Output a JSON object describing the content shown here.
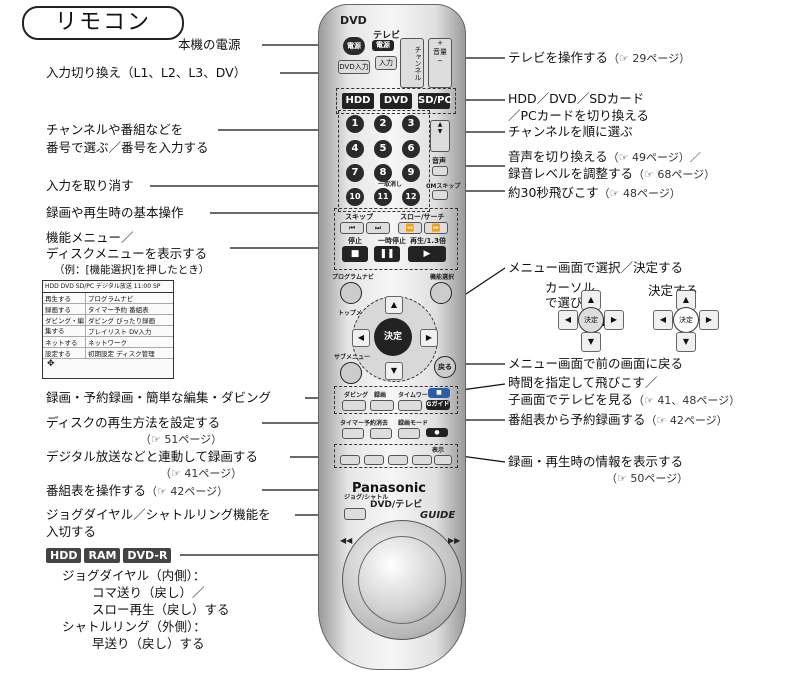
{
  "page": {
    "title": "リモコン"
  },
  "remote": {
    "brand": "Panasonic",
    "model": "DVD/テレビ",
    "dvd_label": "DVD",
    "tv_label": "テレビ",
    "power_key": "電源",
    "dvd_input_key": "DVD入力",
    "tv_power_key": "電源",
    "tv_input_key": "入力",
    "channel_key": "チャンネル",
    "volume_key": "音量",
    "modes": [
      "HDD",
      "DVD",
      "SD/PC"
    ],
    "numbers": [
      "1",
      "2",
      "3",
      "4",
      "5",
      "6",
      "7",
      "8",
      "9",
      "10",
      "11",
      "12"
    ],
    "cancel_key": "一取消し",
    "audio_key": "音声",
    "cm_skip_key": "CMスキップ",
    "skip_label": "スキップ",
    "slow_label": "スロー/サーチ",
    "stop_key": "停止",
    "pause_key": "一時停止",
    "play_key": "再生/1.3倍",
    "program_navi_key": "プログラムナビ",
    "function_select_key": "機能選択",
    "top_menu_key": "トップメニュー",
    "enter_key": "決定",
    "sub_menu_key": "サブメニュー",
    "return_key": "戻る",
    "time_slip_key": "タイムワープ",
    "guide_key": "Gガイド",
    "dubbing_key": "ダビング",
    "recording_key": "録画",
    "timer_key": "タイマー予約",
    "erase_key": "消去",
    "record_mode_key": "録画モード",
    "status_key": "表示",
    "jog_key": "ジョグ/シャトル",
    "g_guide": "GUIDE"
  },
  "labels": {
    "power": "本機の電源",
    "input_switch": "入力切り換え（L1、L2、L3、DV）",
    "channel_number_l1": "チャンネルや番組などを",
    "channel_number_l2": "番号で選ぶ／番号を入力する",
    "cancel_input": "入力を取り消す",
    "basic_ops": "録画や再生時の基本操作",
    "func_menu_l1": "機能メニュー／",
    "func_menu_l2": "ディスクメニューを表示する",
    "func_menu_l3": "（例：[機能選択]を押したとき）",
    "rec_dubbing": "録画・予約録画・簡単な編集・ダビング",
    "disc_play_method": "ディスクの再生方法を設定する",
    "disc_play_ref": "（☞ 51ページ）",
    "digital_broadcast": "デジタル放送などと連動して録画する",
    "digital_broadcast_ref": "（☞ 41ページ）",
    "epg_ops": "番組表を操作する",
    "epg_ops_ref": "（☞ 42ページ）",
    "jog_l1": "ジョグダイヤル／シャトルリング機能を",
    "jog_l2": "入切する",
    "media_badges": [
      "HDD",
      "RAM",
      "DVD-R"
    ],
    "jog_desc_l1": "ジョグダイヤル（内側）：",
    "jog_desc_l2": "コマ送り（戻し）／",
    "jog_desc_l3": "スロー再生（戻し）する",
    "shuttle_desc_l1": "シャトルリング（外側）：",
    "shuttle_desc_l2": "早送り（戻し）する",
    "tv_ops": "テレビを操作する",
    "tv_ops_ref": "（☞ 29ページ）",
    "media_switch_l1": "HDD／DVD／SDカード",
    "media_switch_l2": "／PCカードを切り換える",
    "channel_seq": "チャンネルを順に選ぶ",
    "audio_switch_l1": "音声を切り換える",
    "audio_switch_ref1": "（☞ 49ページ）／",
    "audio_switch_l2": "録音レベルを調整する",
    "audio_switch_ref2": "（☞ 68ページ）",
    "skip30": "約30秒飛びこす",
    "skip30_ref": "（☞ 48ページ）",
    "menu_select": "メニュー画面で選択／決定する",
    "cursor_select_l1": "カーソル",
    "cursor_select_l2": "で選び",
    "confirm": "決定する",
    "menu_back": "メニュー画面で前の画面に戻る",
    "time_skip_l1": "時間を指定して飛びこす／",
    "time_skip_l2": "子画面でテレビを見る",
    "time_skip_ref": "（☞ 41、48ページ）",
    "epg_timer": "番組表から予約録画する",
    "epg_timer_ref": "（☞ 42ページ）",
    "info_display": "録画・再生時の情報を表示する",
    "info_display_ref": "（☞ 50ページ）"
  },
  "screen": {
    "header": "HDD DVD SD/PC デジタル放送 11:00 SP",
    "rows": [
      {
        "left": "再生する",
        "right": "プログラムナビ"
      },
      {
        "left": "録画する",
        "right": "タイマー予約"
      },
      {
        "left": "ダビング・編集する",
        "right": "ダビング"
      },
      {
        "left": "",
        "right": "プレイリスト"
      },
      {
        "left": "ネットする",
        "right": "ネットワーク"
      },
      {
        "left": "設定する",
        "right": "初期設定"
      }
    ],
    "col3": [
      "",
      "番組表",
      "びったり録画",
      "DV入力",
      "",
      "ディスク管理"
    ]
  },
  "colors": {
    "remote_body": "#e6e6e6",
    "key_dark": "#222222",
    "accent_blue": "#2a5ca8"
  }
}
